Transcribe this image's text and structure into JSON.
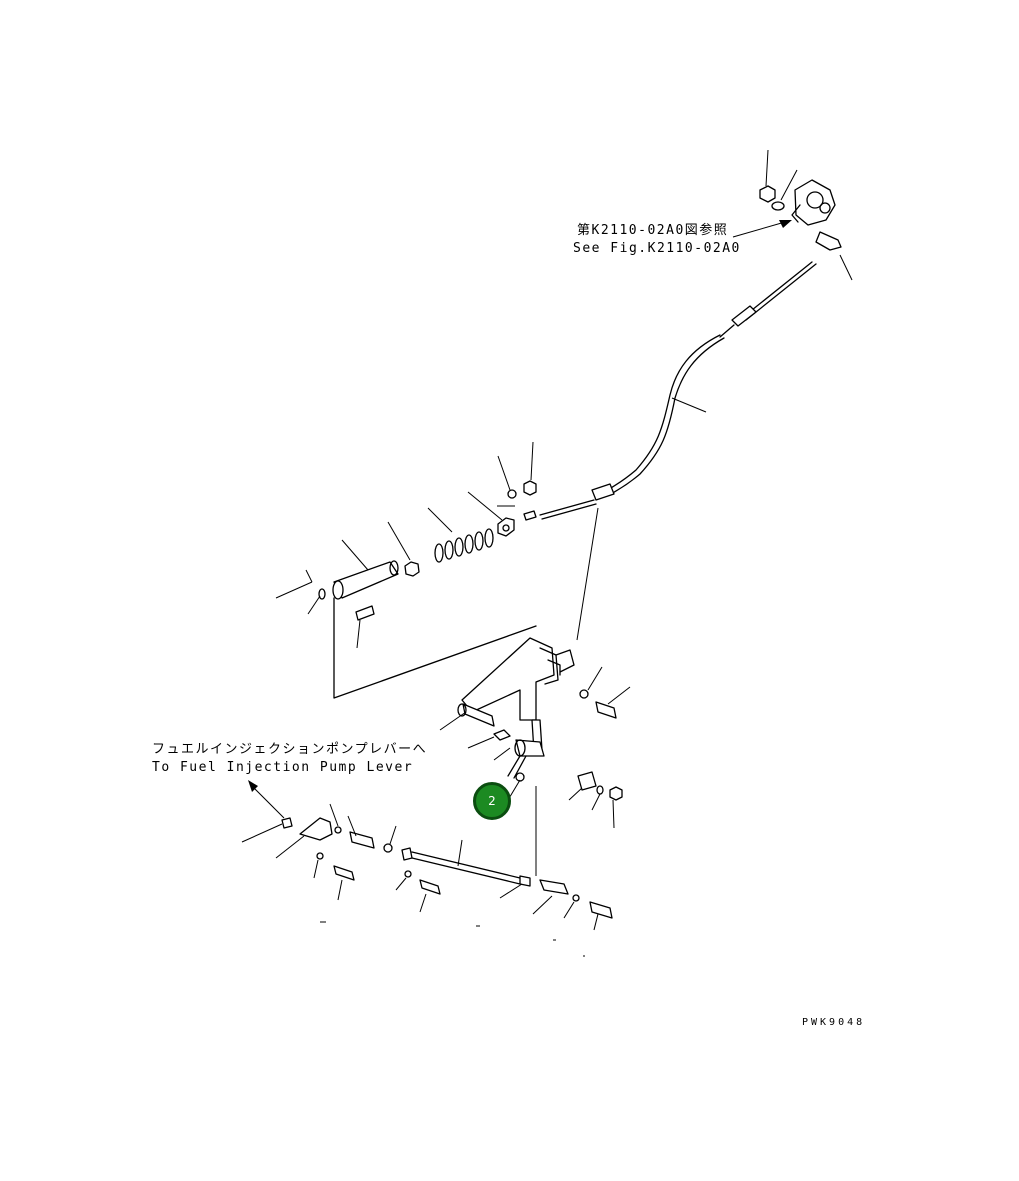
{
  "references": {
    "fig_ref_jp": "第K2110-02A0図参照",
    "fig_ref_en": "See Fig.K2110-02A0",
    "fuel_pump_jp": "フュエルインジェクションポンプレバーへ",
    "fuel_pump_en": "To Fuel Injection Pump Lever"
  },
  "callout": {
    "label": "2",
    "color": "#1c8a22"
  },
  "drawing_code": "PWK9048"
}
